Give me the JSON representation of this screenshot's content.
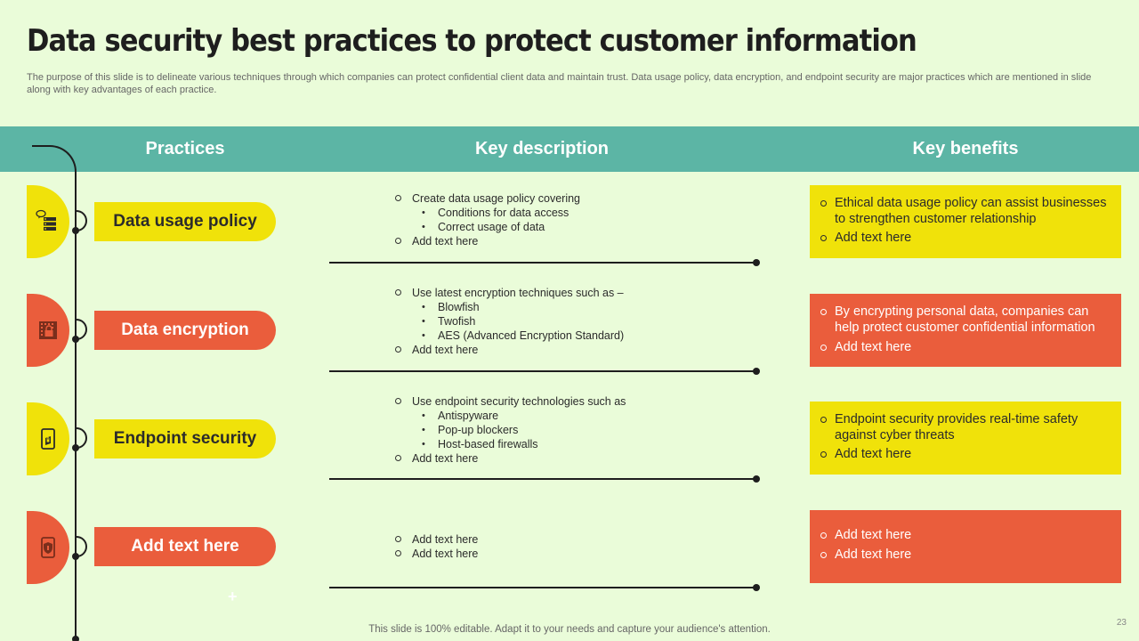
{
  "title": "Data security best practices to protect customer information",
  "subtitle": "The purpose of this slide is to delineate various techniques through which companies can protect confidential client data and maintain trust. Data usage policy, data encryption, and endpoint security are major practices which are mentioned in slide along with key advantages of each practice.",
  "headers": {
    "practices": "Practices",
    "description": "Key description",
    "benefits": "Key benefits"
  },
  "rows": [
    {
      "practice": "Data usage policy",
      "icon": "server-chat-icon",
      "color": "#f0e20a",
      "desc_1": "Create data usage policy covering",
      "desc_sub_1": "Conditions for data access",
      "desc_sub_2": "Correct usage of data",
      "desc_2": "Add text here",
      "benefit_1": "Ethical data usage policy can assist businesses to strengthen customer relationship",
      "benefit_2": "Add text here"
    },
    {
      "practice": "Data encryption",
      "icon": "encrypted-lock-icon",
      "color": "#ea5d3c",
      "desc_1": "Use latest encryption techniques such as –",
      "desc_sub_1": "Blowfish",
      "desc_sub_2": "Twofish",
      "desc_sub_3": "AES (Advanced  Encryption Standard)",
      "desc_2": "Add text here",
      "benefit_1": "By encrypting personal data, companies can help protect customer confidential information",
      "benefit_2": "Add text here"
    },
    {
      "practice": "Endpoint security",
      "icon": "mobile-lock-icon",
      "color": "#f0e20a",
      "desc_1": "Use endpoint  security technologies such as",
      "desc_sub_1": "Antispyware",
      "desc_sub_2": "Pop-up blockers",
      "desc_sub_3": "Host-based firewalls",
      "desc_2": "Add text here",
      "benefit_1": "Endpoint security provides real-time safety against cyber threats",
      "benefit_2": "Add text here"
    },
    {
      "practice": "Add text here",
      "icon": "mobile-shield-icon",
      "color": "#ea5d3c",
      "desc_1": "Add text here",
      "desc_2": "Add text here",
      "benefit_1": "Add text here",
      "benefit_2": "Add text here"
    }
  ],
  "footer": "This slide is 100% editable. Adapt it to your needs and capture your audience's attention.",
  "page_number": "23",
  "plus_symbol": "+"
}
